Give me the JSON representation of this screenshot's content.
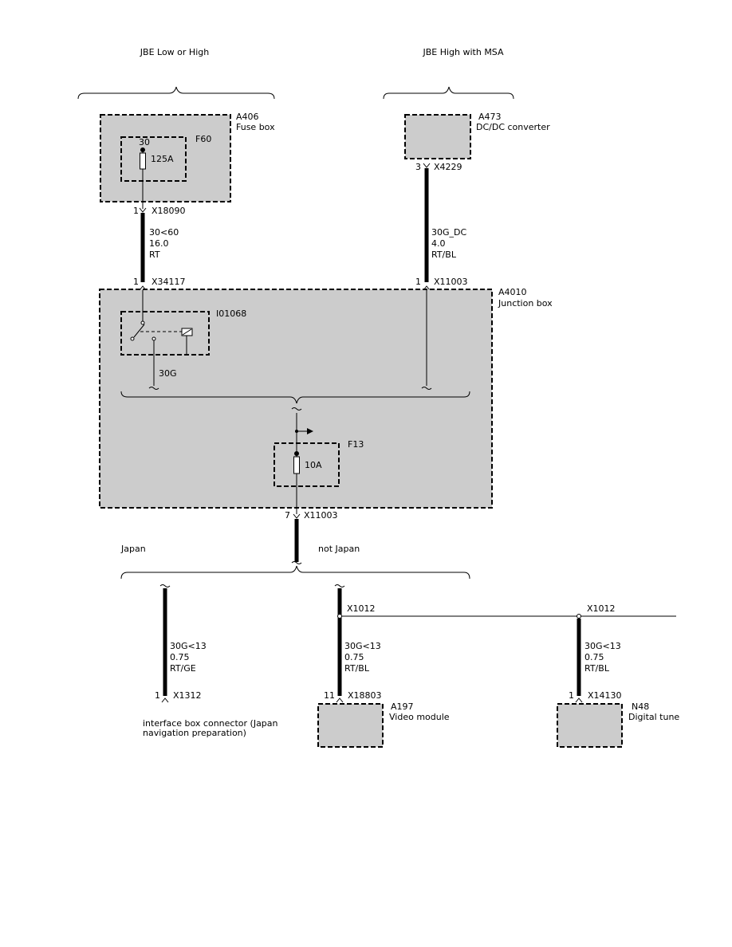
{
  "groups": {
    "left_title": "JBE Low or High",
    "right_title": "JBE High with MSA",
    "japan": "Japan",
    "not_japan": "not Japan"
  },
  "components": {
    "a406": {
      "id": "A406",
      "name": "Fuse box"
    },
    "f60": {
      "id": "F60",
      "terminal": "30",
      "rating": "125A"
    },
    "a473": {
      "id": "A473",
      "name": "DC/DC converter"
    },
    "a4010": {
      "id": "A4010",
      "name": "Junction box"
    },
    "i01068": {
      "id": "I01068"
    },
    "f13": {
      "id": "F13",
      "rating": "10A"
    },
    "a197": {
      "id": "A197",
      "name": "Video module"
    },
    "n48": {
      "id": "N48",
      "name": "Digital tune"
    },
    "x1312_desc": {
      "line1": "interface box connector (Japan",
      "line2": "navigation preparation)"
    }
  },
  "connectors": {
    "x18090": {
      "pin": "1",
      "name": "X18090"
    },
    "x34117": {
      "pin": "1",
      "name": "X34117"
    },
    "x4229": {
      "pin": "3",
      "name": "X4229"
    },
    "x11003_top": {
      "pin": "1",
      "name": "X11003"
    },
    "x11003_bot": {
      "pin": "7",
      "name": "X11003"
    },
    "x1012_a": {
      "name": "X1012"
    },
    "x1012_b": {
      "name": "X1012"
    },
    "x1312": {
      "pin": "1",
      "name": "X1312"
    },
    "x18803": {
      "pin": "11",
      "name": "X18803"
    },
    "x14130": {
      "pin": "1",
      "name": "X14130"
    }
  },
  "wires": {
    "w1": {
      "signal": "30<60",
      "size": "16.0",
      "color": "RT"
    },
    "w2": {
      "signal": "30G_DC",
      "size": "4.0",
      "color": "RT/BL"
    },
    "w3": {
      "signal": "30G"
    },
    "w4": {
      "signal": "30G<13",
      "size": "0.75",
      "color": "RT/GE"
    },
    "w5": {
      "signal": "30G<13",
      "size": "0.75",
      "color": "RT/BL"
    },
    "w6": {
      "signal": "30G<13",
      "size": "0.75",
      "color": "RT/BL"
    }
  }
}
